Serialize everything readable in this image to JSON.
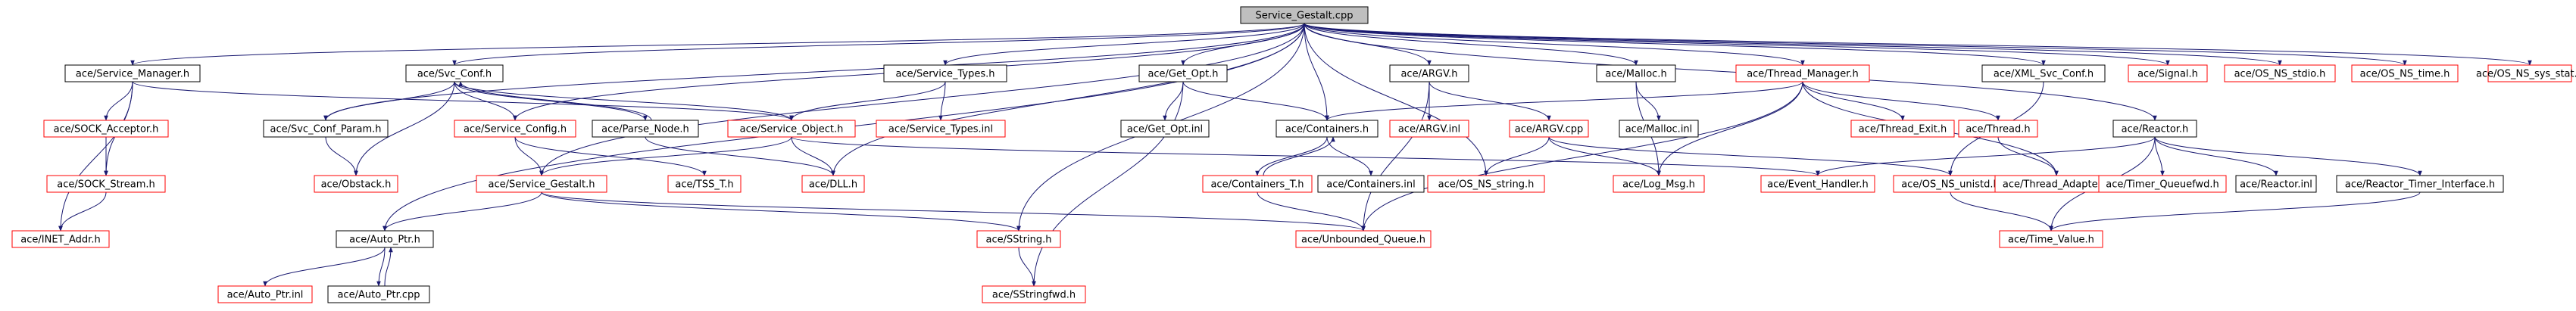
{
  "diagram": {
    "colors": {
      "root_fill": "#bfbfbf",
      "node_fill": "#ffffff",
      "box_black": "#000000",
      "box_red": "#ff0000",
      "edge": "#191970",
      "text": "#000000"
    },
    "root": "Service_Gestalt.cpp",
    "nodes": [
      {
        "id": "root",
        "label": "Service_Gestalt.cpp",
        "border": "black"
      },
      {
        "id": "svc_manager",
        "label": "ace/Service_Manager.h",
        "border": "black"
      },
      {
        "id": "svc_conf",
        "label": "ace/Svc_Conf.h",
        "border": "black"
      },
      {
        "id": "svc_types",
        "label": "ace/Service_Types.h",
        "border": "black"
      },
      {
        "id": "get_opt",
        "label": "ace/Get_Opt.h",
        "border": "black"
      },
      {
        "id": "argv_h",
        "label": "ace/ARGV.h",
        "border": "black"
      },
      {
        "id": "malloc_h",
        "label": "ace/Malloc.h",
        "border": "black"
      },
      {
        "id": "thread_manager",
        "label": "ace/Thread_Manager.h",
        "border": "red"
      },
      {
        "id": "xml_svc_conf",
        "label": "ace/XML_Svc_Conf.h",
        "border": "black"
      },
      {
        "id": "signal_h",
        "label": "ace/Signal.h",
        "border": "red"
      },
      {
        "id": "os_ns_stdio",
        "label": "ace/OS_NS_stdio.h",
        "border": "red"
      },
      {
        "id": "os_ns_time",
        "label": "ace/OS_NS_time.h",
        "border": "red"
      },
      {
        "id": "os_ns_sys_stat",
        "label": "ace/OS_NS_sys_stat.h",
        "border": "red"
      },
      {
        "id": "sock_acceptor",
        "label": "ace/SOCK_Acceptor.h",
        "border": "red"
      },
      {
        "id": "svc_conf_param",
        "label": "ace/Svc_Conf_Param.h",
        "border": "black"
      },
      {
        "id": "service_config",
        "label": "ace/Service_Config.h",
        "border": "red"
      },
      {
        "id": "parse_node",
        "label": "ace/Parse_Node.h",
        "border": "black"
      },
      {
        "id": "service_object",
        "label": "ace/Service_Object.h",
        "border": "red"
      },
      {
        "id": "service_types_inl",
        "label": "ace/Service_Types.inl",
        "border": "red"
      },
      {
        "id": "get_opt_inl",
        "label": "ace/Get_Opt.inl",
        "border": "black"
      },
      {
        "id": "containers_h",
        "label": "ace/Containers.h",
        "border": "black"
      },
      {
        "id": "argv_inl",
        "label": "ace/ARGV.inl",
        "border": "red"
      },
      {
        "id": "argv_cpp",
        "label": "ace/ARGV.cpp",
        "border": "red"
      },
      {
        "id": "malloc_inl",
        "label": "ace/Malloc.inl",
        "border": "black"
      },
      {
        "id": "thread_exit",
        "label": "ace/Thread_Exit.h",
        "border": "red"
      },
      {
        "id": "thread_h",
        "label": "ace/Thread.h",
        "border": "red"
      },
      {
        "id": "reactor_h",
        "label": "ace/Reactor.h",
        "border": "black"
      },
      {
        "id": "sock_stream",
        "label": "ace/SOCK_Stream.h",
        "border": "red"
      },
      {
        "id": "obstack",
        "label": "ace/Obstack.h",
        "border": "red"
      },
      {
        "id": "service_gestalt_h",
        "label": "ace/Service_Gestalt.h",
        "border": "red"
      },
      {
        "id": "tss_t",
        "label": "ace/TSS_T.h",
        "border": "red"
      },
      {
        "id": "dll_h",
        "label": "ace/DLL.h",
        "border": "red"
      },
      {
        "id": "containers_t",
        "label": "ace/Containers_T.h",
        "border": "red"
      },
      {
        "id": "containers_inl",
        "label": "ace/Containers.inl",
        "border": "black"
      },
      {
        "id": "os_ns_string",
        "label": "ace/OS_NS_string.h",
        "border": "red"
      },
      {
        "id": "log_msg",
        "label": "ace/Log_Msg.h",
        "border": "red"
      },
      {
        "id": "event_handler",
        "label": "ace/Event_Handler.h",
        "border": "red"
      },
      {
        "id": "os_ns_unistd",
        "label": "ace/OS_NS_unistd.h",
        "border": "red"
      },
      {
        "id": "thread_adapter",
        "label": "ace/Thread_Adapter.h",
        "border": "red"
      },
      {
        "id": "timer_queuefwd",
        "label": "ace/Timer_Queuefwd.h",
        "border": "red"
      },
      {
        "id": "reactor_inl",
        "label": "ace/Reactor.inl",
        "border": "black"
      },
      {
        "id": "reactor_timer_interface",
        "label": "ace/Reactor_Timer_Interface.h",
        "border": "black"
      },
      {
        "id": "inet_addr",
        "label": "ace/INET_Addr.h",
        "border": "red"
      },
      {
        "id": "auto_ptr_h",
        "label": "ace/Auto_Ptr.h",
        "border": "black"
      },
      {
        "id": "sstring_h",
        "label": "ace/SString.h",
        "border": "red"
      },
      {
        "id": "unbounded_queue",
        "label": "ace/Unbounded_Queue.h",
        "border": "red"
      },
      {
        "id": "time_value",
        "label": "ace/Time_Value.h",
        "border": "red"
      },
      {
        "id": "auto_ptr_inl",
        "label": "ace/Auto_Ptr.inl",
        "border": "red"
      },
      {
        "id": "auto_ptr_cpp",
        "label": "ace/Auto_Ptr.cpp",
        "border": "black"
      },
      {
        "id": "sstringfwd",
        "label": "ace/SStringfwd.h",
        "border": "red"
      }
    ],
    "edges": [
      [
        "root",
        "svc_manager"
      ],
      [
        "root",
        "svc_conf"
      ],
      [
        "root",
        "svc_types"
      ],
      [
        "root",
        "get_opt"
      ],
      [
        "root",
        "argv_h"
      ],
      [
        "root",
        "malloc_h"
      ],
      [
        "root",
        "thread_manager"
      ],
      [
        "root",
        "xml_svc_conf"
      ],
      [
        "root",
        "signal_h"
      ],
      [
        "root",
        "os_ns_stdio"
      ],
      [
        "root",
        "os_ns_time"
      ],
      [
        "root",
        "os_ns_sys_stat"
      ],
      [
        "root",
        "svc_conf_param"
      ],
      [
        "root",
        "service_gestalt_h"
      ],
      [
        "root",
        "auto_ptr_h"
      ],
      [
        "root",
        "dll_h"
      ],
      [
        "root",
        "containers_h"
      ],
      [
        "root",
        "sstring_h"
      ],
      [
        "root",
        "os_ns_string"
      ],
      [
        "root",
        "reactor_h"
      ],
      [
        "root",
        "service_config"
      ],
      [
        "svc_manager",
        "sock_acceptor"
      ],
      [
        "svc_manager",
        "sock_stream"
      ],
      [
        "svc_manager",
        "inet_addr"
      ],
      [
        "svc_manager",
        "service_object"
      ],
      [
        "sock_acceptor",
        "sock_stream"
      ],
      [
        "sock_stream",
        "inet_addr"
      ],
      [
        "svc_conf",
        "svc_conf_param"
      ],
      [
        "svc_conf",
        "service_config"
      ],
      [
        "svc_conf",
        "parse_node"
      ],
      [
        "svc_conf",
        "obstack"
      ],
      [
        "svc_conf",
        "service_object"
      ],
      [
        "svc_conf_param",
        "obstack"
      ],
      [
        "service_config",
        "service_gestalt_h"
      ],
      [
        "service_config",
        "tss_t"
      ],
      [
        "parse_node",
        "svc_conf"
      ],
      [
        "parse_node",
        "dll_h"
      ],
      [
        "svc_types",
        "service_object"
      ],
      [
        "svc_types",
        "service_types_inl"
      ],
      [
        "service_object",
        "service_gestalt_h"
      ],
      [
        "service_object",
        "dll_h"
      ],
      [
        "service_object",
        "event_handler"
      ],
      [
        "service_gestalt_h",
        "auto_ptr_h"
      ],
      [
        "service_gestalt_h",
        "sstring_h"
      ],
      [
        "service_gestalt_h",
        "unbounded_queue"
      ],
      [
        "auto_ptr_h",
        "auto_ptr_inl"
      ],
      [
        "auto_ptr_h",
        "auto_ptr_cpp"
      ],
      [
        "auto_ptr_cpp",
        "auto_ptr_h"
      ],
      [
        "sstring_h",
        "sstringfwd"
      ],
      [
        "get_opt",
        "get_opt_inl"
      ],
      [
        "get_opt",
        "containers_h"
      ],
      [
        "get_opt",
        "sstringfwd"
      ],
      [
        "containers_h",
        "containers_t"
      ],
      [
        "containers_h",
        "containers_inl"
      ],
      [
        "containers_t",
        "containers_h"
      ],
      [
        "containers_t",
        "unbounded_queue"
      ],
      [
        "argv_h",
        "argv_inl"
      ],
      [
        "argv_h",
        "argv_cpp"
      ],
      [
        "argv_h",
        "unbounded_queue"
      ],
      [
        "argv_cpp",
        "os_ns_string"
      ],
      [
        "argv_cpp",
        "log_msg"
      ],
      [
        "argv_cpp",
        "os_ns_unistd"
      ],
      [
        "malloc_h",
        "malloc_inl"
      ],
      [
        "malloc_h",
        "log_msg"
      ],
      [
        "thread_manager",
        "containers_h"
      ],
      [
        "thread_manager",
        "thread_exit"
      ],
      [
        "thread_manager",
        "thread_h"
      ],
      [
        "thread_manager",
        "thread_adapter"
      ],
      [
        "thread_manager",
        "log_msg"
      ],
      [
        "thread_manager",
        "unbounded_queue"
      ],
      [
        "thread_h",
        "thread_adapter"
      ],
      [
        "xml_svc_conf",
        "os_ns_unistd"
      ],
      [
        "reactor_h",
        "timer_queuefwd"
      ],
      [
        "reactor_h",
        "reactor_inl"
      ],
      [
        "reactor_h",
        "reactor_timer_interface"
      ],
      [
        "reactor_h",
        "event_handler"
      ],
      [
        "reactor_h",
        "time_value"
      ],
      [
        "reactor_timer_interface",
        "time_value"
      ],
      [
        "os_ns_unistd",
        "time_value"
      ]
    ]
  }
}
